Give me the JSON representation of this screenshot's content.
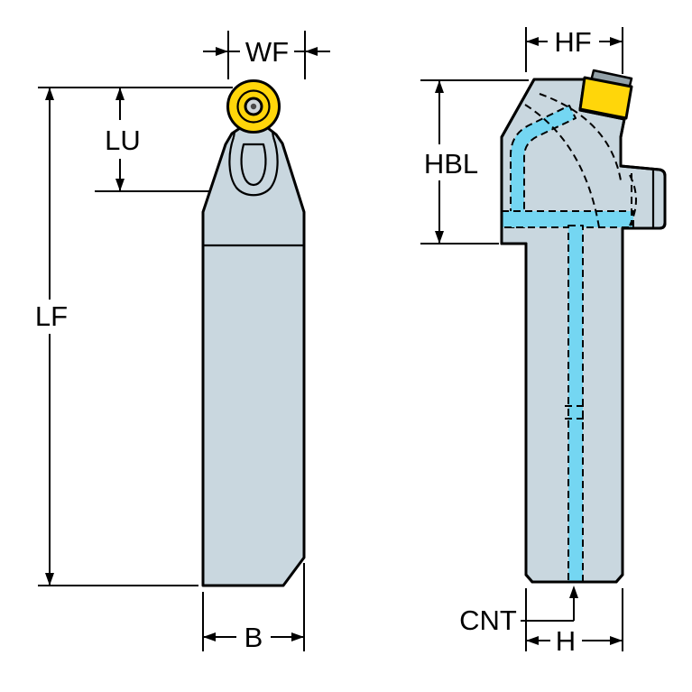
{
  "front_view": {
    "dimensions": {
      "wf": "WF",
      "lu": "LU",
      "lf": "LF",
      "b": "B"
    }
  },
  "side_view": {
    "dimensions": {
      "hf": "HF",
      "hbl": "HBL",
      "cnt": "CNT",
      "h": "H"
    }
  },
  "colors": {
    "background": "#ffffff",
    "body": "#c9d7df",
    "outline": "#000000",
    "insert": "#ffd60a",
    "coolant": "#74d6f2",
    "clamp": "#93a1a8",
    "screw": "#cfd6da",
    "screw_center": "#4a4a4a"
  }
}
